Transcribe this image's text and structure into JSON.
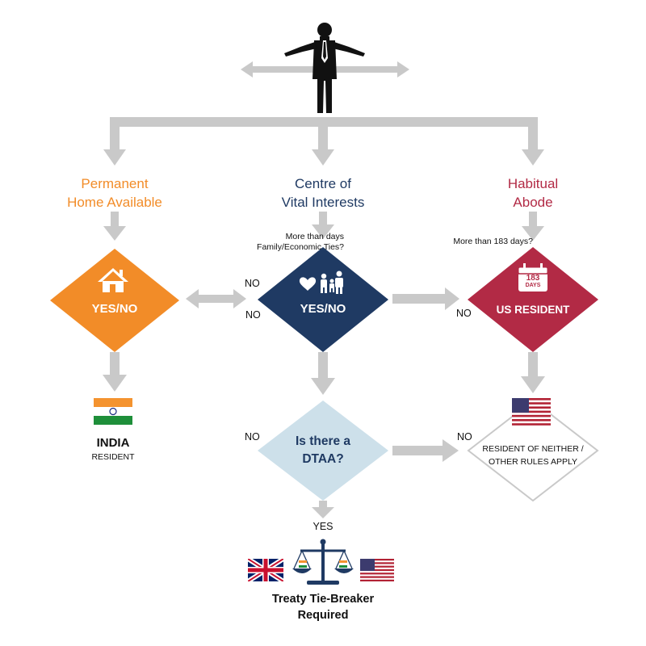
{
  "headers": {
    "permanent_home": [
      "Permanent",
      "Home Available"
    ],
    "vital_interests": [
      "Centre of",
      "Vital Interests"
    ],
    "habitual_abode": [
      "Habitual",
      "Abode"
    ]
  },
  "notes": {
    "vital_question": [
      "More than days",
      "Family/Economic Ties?"
    ],
    "abode_question": "More than 183 days?"
  },
  "diamonds": {
    "home": "YES/NO",
    "vital": "YES/NO",
    "us": "US RESIDENT",
    "dtaa": [
      "Is there a",
      "DTAA?"
    ],
    "neither": [
      "RESIDENT OF NEITHER /",
      "OTHER RULES APPLY"
    ]
  },
  "calendar": {
    "number": "183",
    "unit": "DAYS"
  },
  "arrow_labels": {
    "no_vital_in": "NO",
    "no_vital_out": "NO",
    "no_us": "NO",
    "no_dtaa": "NO",
    "no_neither": "NO",
    "yes": "YES"
  },
  "india": {
    "title": "INDIA",
    "sub": "RESIDENT"
  },
  "outcome": [
    "Treaty Tie-Breaker",
    "Required"
  ],
  "colors": {
    "orange": "#f28c28",
    "navy": "#1f3a63",
    "crimson": "#b22a45",
    "light_blue": "#cde0ea",
    "arrow_gray": "#c9c9c9"
  },
  "icons": [
    "person-icon",
    "house-icon",
    "family-heart-icon",
    "calendar-icon",
    "scales-icon",
    "india-flag-icon",
    "us-flag-icon",
    "uk-flag-icon"
  ]
}
